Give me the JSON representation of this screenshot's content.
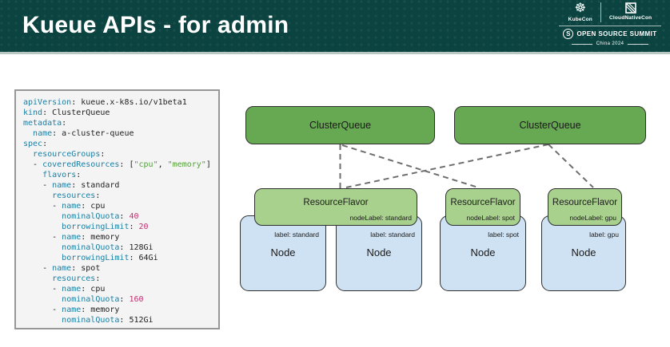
{
  "header": {
    "title": "Kueue APIs - for admin",
    "logos": {
      "kubecon": "KubeCon",
      "cloudnativecon": "CloudNativeCon",
      "summit": "OPEN SOURCE SUMMIT",
      "location": "China 2024"
    }
  },
  "code": {
    "lines": [
      [
        [
          "k",
          "apiVersion"
        ],
        [
          "p",
          ": kueue.x-k8s.io/v1beta1"
        ]
      ],
      [
        [
          "k",
          "kind"
        ],
        [
          "p",
          ": ClusterQueue"
        ]
      ],
      [
        [
          "k",
          "metadata"
        ],
        [
          "p",
          ":"
        ]
      ],
      [
        [
          "p",
          "  "
        ],
        [
          "k",
          "name"
        ],
        [
          "p",
          ": a-cluster-queue"
        ]
      ],
      [
        [
          "k",
          "spec"
        ],
        [
          "p",
          ":"
        ]
      ],
      [
        [
          "p",
          "  "
        ],
        [
          "k",
          "resourceGroups"
        ],
        [
          "p",
          ":"
        ]
      ],
      [
        [
          "p",
          "  - "
        ],
        [
          "k",
          "coveredResources"
        ],
        [
          "p",
          ": ["
        ],
        [
          "s",
          "\"cpu\""
        ],
        [
          "p",
          ", "
        ],
        [
          "s",
          "\"memory\""
        ],
        [
          "p",
          "]"
        ]
      ],
      [
        [
          "p",
          "    "
        ],
        [
          "k",
          "flavors"
        ],
        [
          "p",
          ":"
        ]
      ],
      [
        [
          "p",
          "    - "
        ],
        [
          "k",
          "name"
        ],
        [
          "p",
          ": standard"
        ]
      ],
      [
        [
          "p",
          "      "
        ],
        [
          "k",
          "resources"
        ],
        [
          "p",
          ":"
        ]
      ],
      [
        [
          "p",
          "      - "
        ],
        [
          "k",
          "name"
        ],
        [
          "p",
          ": cpu"
        ]
      ],
      [
        [
          "p",
          "        "
        ],
        [
          "k",
          "nominalQuota"
        ],
        [
          "p",
          ": "
        ],
        [
          "n",
          "40"
        ]
      ],
      [
        [
          "p",
          "        "
        ],
        [
          "k",
          "borrowingLimit"
        ],
        [
          "p",
          ": "
        ],
        [
          "n",
          "20"
        ]
      ],
      [
        [
          "p",
          "      - "
        ],
        [
          "k",
          "name"
        ],
        [
          "p",
          ": memory"
        ]
      ],
      [
        [
          "p",
          "        "
        ],
        [
          "k",
          "nominalQuota"
        ],
        [
          "p",
          ": 128Gi"
        ]
      ],
      [
        [
          "p",
          "        "
        ],
        [
          "k",
          "borrowingLimit"
        ],
        [
          "p",
          ": 64Gi"
        ]
      ],
      [
        [
          "p",
          "    - "
        ],
        [
          "k",
          "name"
        ],
        [
          "p",
          ": spot"
        ]
      ],
      [
        [
          "p",
          "      "
        ],
        [
          "k",
          "resources"
        ],
        [
          "p",
          ":"
        ]
      ],
      [
        [
          "p",
          "      - "
        ],
        [
          "k",
          "name"
        ],
        [
          "p",
          ": cpu"
        ]
      ],
      [
        [
          "p",
          "        "
        ],
        [
          "k",
          "nominalQuota"
        ],
        [
          "p",
          ": "
        ],
        [
          "n",
          "160"
        ]
      ],
      [
        [
          "p",
          "      - "
        ],
        [
          "k",
          "name"
        ],
        [
          "p",
          ": memory"
        ]
      ],
      [
        [
          "p",
          "        "
        ],
        [
          "k",
          "nominalQuota"
        ],
        [
          "p",
          ": 512Gi"
        ]
      ]
    ]
  },
  "diagram": {
    "cluster_queues": [
      {
        "label": "ClusterQueue"
      },
      {
        "label": "ClusterQueue"
      }
    ],
    "resource_flavors": [
      {
        "label": "ResourceFlavor",
        "node_label": "nodeLabel: standard"
      },
      {
        "label": "ResourceFlavor",
        "node_label": "nodeLabel: spot"
      },
      {
        "label": "ResourceFlavor",
        "node_label": "nodeLabel: gpu"
      }
    ],
    "nodes": [
      {
        "label": "label: standard",
        "title": "Node"
      },
      {
        "label": "label: standard",
        "title": "Node"
      },
      {
        "label": "label: spot",
        "title": "Node"
      },
      {
        "label": "label: gpu",
        "title": "Node"
      }
    ]
  },
  "colors": {
    "header_bg": "#0b4340",
    "cluster_queue_fill": "#67a852",
    "resource_flavor_fill": "#a9d18e",
    "node_fill": "#cfe2f3",
    "code_key": "#1b7fa3",
    "code_number": "#c0316f",
    "code_string": "#56a03c",
    "connector": "#6e6e6e"
  }
}
